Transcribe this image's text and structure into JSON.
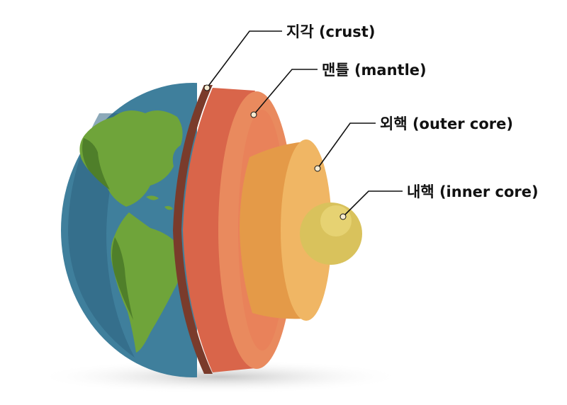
{
  "diagram": {
    "layers": [
      {
        "id": "crust",
        "label": "지각 (crust)"
      },
      {
        "id": "mantle",
        "label": "맨틀 (mantle)"
      },
      {
        "id": "outer-core",
        "label": "외핵 (outer core)"
      },
      {
        "id": "inner-core",
        "label": "내핵 (inner core)"
      }
    ]
  },
  "colors": {
    "ocean": "#3f7f9c",
    "ocean_dark": "#2d6380",
    "land": "#6fa43a",
    "land_dark": "#4f7f2a",
    "crust": "#7a3b2b",
    "mantle": "#d9654a",
    "mantle_light": "#e98a5e",
    "outer_core": "#e49a48",
    "outer_core_light": "#f0b664",
    "inner_core": "#d9c25c",
    "inner_core_light": "#ebd97c",
    "leader": "#111111"
  }
}
